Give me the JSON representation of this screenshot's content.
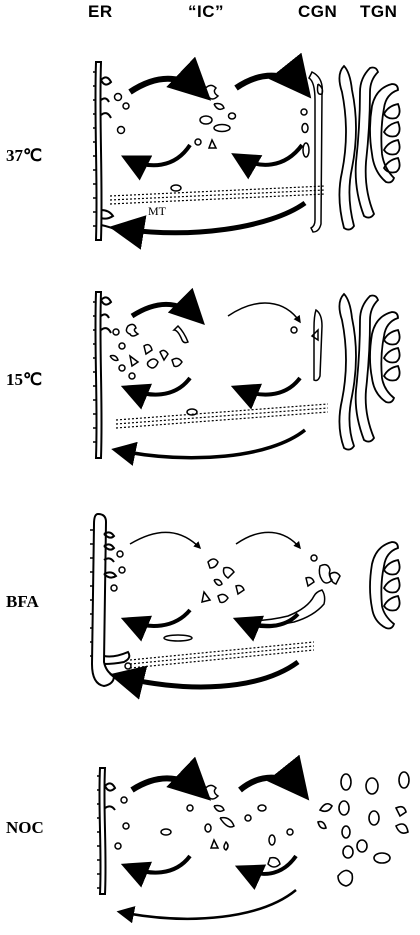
{
  "headers": {
    "er": "ER",
    "ic": "“IC”",
    "cgn": "CGN",
    "tgn": "TGN"
  },
  "conditions": [
    {
      "label": "37℃"
    },
    {
      "label": "15℃"
    },
    {
      "label": "BFA"
    },
    {
      "label": "NOC"
    }
  ],
  "annotations": {
    "microtubule": "MT"
  }
}
